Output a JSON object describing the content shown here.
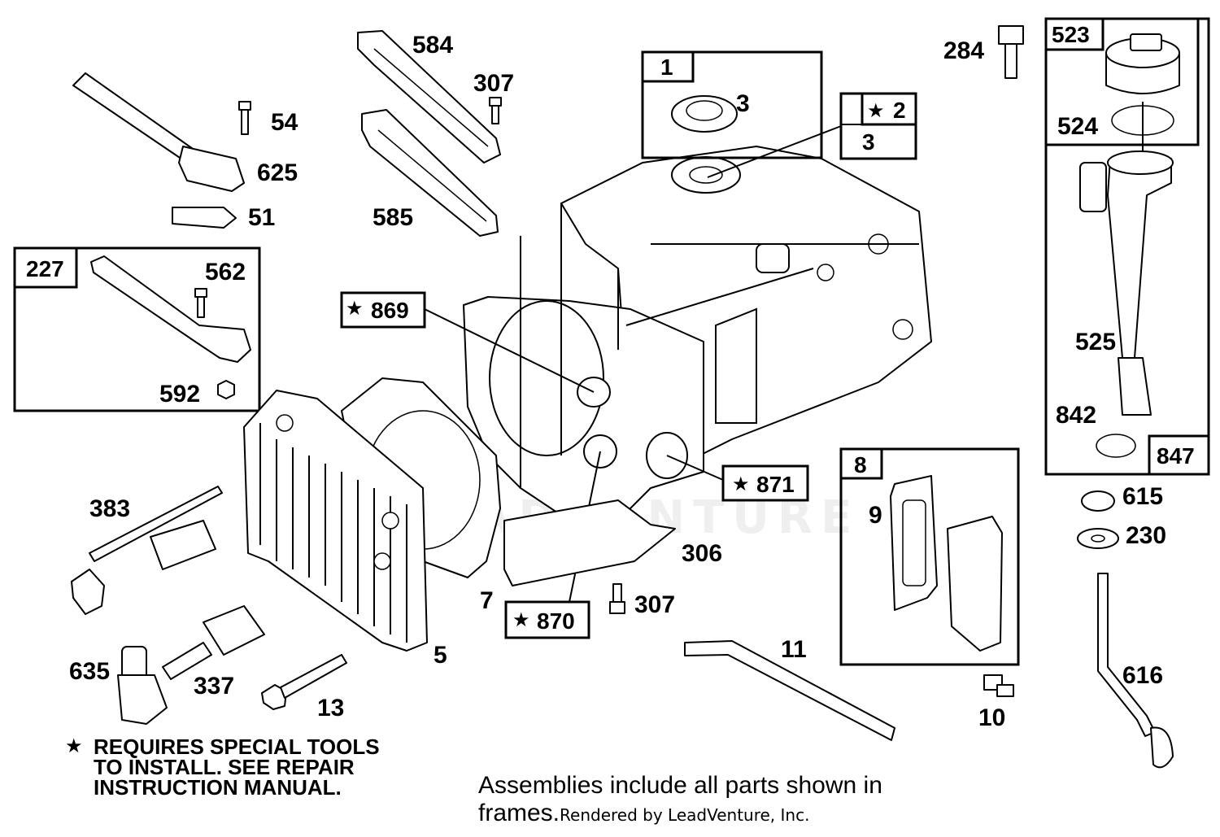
{
  "diagram": {
    "callouts": {
      "c1": "1",
      "c2": "2",
      "c3a": "3",
      "c3b": "3",
      "c284": "284",
      "c523": "523",
      "c524": "524",
      "c525": "525",
      "c842": "842",
      "c847": "847",
      "c615": "615",
      "c230": "230",
      "c616": "616",
      "c584": "584",
      "c307a": "307",
      "c585": "585",
      "c54": "54",
      "c625": "625",
      "c51": "51",
      "c227": "227",
      "c562": "562",
      "c592": "592",
      "c869": "869",
      "c871": "871",
      "c870": "870",
      "c306": "306",
      "c307b": "307",
      "c7": "7",
      "c5": "5",
      "c383": "383",
      "c635": "635",
      "c337": "337",
      "c13": "13",
      "c8": "8",
      "c9": "9",
      "c11": "11",
      "c10": "10"
    },
    "star_symbol": "★",
    "watermark": "LEADVENTURE"
  },
  "footer": {
    "note_line1": "REQUIRES SPECIAL TOOLS",
    "note_line2": "TO INSTALL.  SEE REPAIR",
    "note_line3": "INSTRUCTION MANUAL.",
    "assemblies_line1": "Assemblies include all parts shown in",
    "assemblies_line2": "frames.",
    "credit": "Rendered by LeadVenture, Inc."
  }
}
